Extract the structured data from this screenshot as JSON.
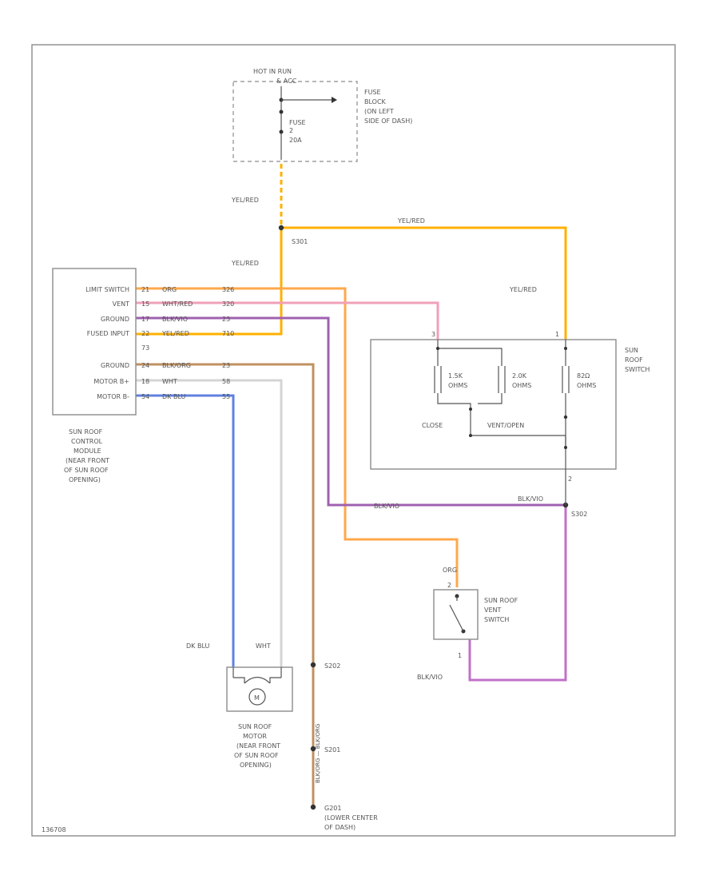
{
  "colors": {
    "yel_red": "#ffb000",
    "org": "#ffa84c",
    "wht_red": "#f0a0b8",
    "blk_vio": "#a060b0",
    "blk_org": "#c09060",
    "wht": "#d4d4d4",
    "dk_blu": "#6080e0",
    "blk_vio_ground": "#c070c8"
  },
  "fuse_block": {
    "hot_label": "HOT IN RUN",
    "hot_sub": "& ACC",
    "fuse_label": "FUSE",
    "fuse_num": "2",
    "fuse_amp": "20A",
    "desc": [
      "FUSE",
      "BLOCK",
      "(ON LEFT",
      "SIDE OF DASH)"
    ]
  },
  "wire_labels": {
    "yel_red_top": "YEL/RED",
    "yel_red_splice": "YEL/RED",
    "yel_red_horizontal": "YEL/RED",
    "yel_red_switch": "YEL/RED",
    "blk_vio_right": "BLK/VIO",
    "blk_vio_mid": "BLK/VIO",
    "org_vent": "ORG",
    "blk_vio_bottom": "BLK/VIO",
    "dk_blu_motor": "DK BLU",
    "wht_motor": "WHT",
    "blk_org_vertical": "BLK/ORG — BLK/ORG"
  },
  "splices": {
    "s301": "S301",
    "s302": "S302",
    "s202": "S202",
    "s201": "S201",
    "g201": "G201",
    "g201_desc": [
      "(LOWER CENTER",
      "OF DASH)"
    ]
  },
  "module": {
    "rows": [
      {
        "label": "LIMIT SWITCH",
        "pin": "21",
        "wire": "ORG",
        "circuit": "326"
      },
      {
        "label": "VENT",
        "pin": "15",
        "wire": "WHT/RED",
        "circuit": "320"
      },
      {
        "label": "GROUND",
        "pin": "17",
        "wire": "BLK/VIO",
        "circuit": "23"
      },
      {
        "label": "FUSED INPUT",
        "pin": "22",
        "wire": "YEL/RED",
        "circuit": "710"
      },
      {
        "label": "",
        "pin": "73",
        "wire": "",
        "circuit": ""
      },
      {
        "label": "GROUND",
        "pin": "24",
        "wire": "BLK/ORG",
        "circuit": "23"
      },
      {
        "label": "MOTOR B+",
        "pin": "18",
        "wire": "WHT",
        "circuit": "58"
      },
      {
        "label": "MOTOR B-",
        "pin": "54",
        "wire": "DK BLU",
        "circuit": "55"
      }
    ],
    "desc": [
      "SUN ROOF",
      "CONTROL",
      "MODULE",
      "(NEAR FRONT",
      "OF SUN ROOF",
      "OPENING)"
    ]
  },
  "sunroof_switch": {
    "desc": [
      "SUN",
      "ROOF",
      "SWITCH"
    ],
    "pins": {
      "left": "3",
      "right": "1",
      "bottom": "2"
    },
    "res1": [
      "1.5K",
      "OHMS"
    ],
    "res2": [
      "2.0K",
      "OHMS"
    ],
    "res3": [
      "82Ω",
      "OHMS"
    ],
    "close_label": "CLOSE",
    "vent_label": "VENT/OPEN"
  },
  "vent_switch": {
    "desc": [
      "SUN ROOF",
      "VENT",
      "SWITCH"
    ],
    "pin_top": "2",
    "pin_bottom": "1"
  },
  "motor": {
    "symbol": "M",
    "desc": [
      "SUN ROOF",
      "MOTOR",
      "(NEAR FRONT",
      "OF SUN ROOF",
      "OPENING)"
    ]
  },
  "footer": {
    "code": "136708"
  }
}
